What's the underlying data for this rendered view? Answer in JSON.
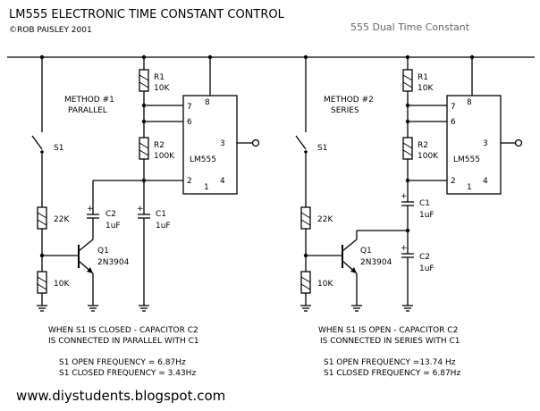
{
  "title": "LM555 ELECTRONIC TIME CONSTANT CONTROL",
  "copyright": "©ROB PAISLEY 2001",
  "header_right": "555 Dual Time Constant",
  "url": "www.diystudents.blogspot.com",
  "method1": {
    "heading_line1": "METHOD #1",
    "heading_line2": "PARALLEL",
    "s1": "S1",
    "r1": "R1",
    "r1_value": "10K",
    "r2": "R2",
    "r2_value": "100K",
    "chip": "LM555",
    "pin8": "8",
    "pin7": "7",
    "pin6": "6",
    "pin3": "3",
    "pin2": "2",
    "pin1": "1",
    "pin4": "4",
    "res_22k": "22K",
    "res_10k": "10K",
    "c2": "C2",
    "c2_value": "1uF",
    "c1": "C1",
    "c1_value": "1uF",
    "q1": "Q1",
    "q1_value": "2N3904",
    "desc_line1": "WHEN S1 IS CLOSED - CAPACITOR C2",
    "desc_line2": "IS CONNECTED IN PARALLEL WITH C1",
    "freq_open": "S1 OPEN FREQUENCY = 6.87Hz",
    "freq_closed": "S1 CLOSED FREQUENCY = 3.43Hz"
  },
  "method2": {
    "heading_line1": "METHOD #2",
    "heading_line2": "SERIES",
    "s1": "S1",
    "r1": "R1",
    "r1_value": "10K",
    "r2": "R2",
    "r2_value": "100K",
    "chip": "LM555",
    "pin8": "8",
    "pin7": "7",
    "pin6": "6",
    "pin3": "3",
    "pin2": "2",
    "pin1": "1",
    "pin4": "4",
    "res_22k": "22K",
    "res_10k": "10K",
    "c1": "C1",
    "c1_value": "1uF",
    "c2": "C2",
    "c2_value": "1uF",
    "q1": "Q1",
    "q1_value": "2N3904",
    "desc_line1": "WHEN S1 IS OPEN - CAPACITOR C2",
    "desc_line2": "IS CONNECTED IN SERIES WITH C1",
    "freq_open": "S1 OPEN FREQUENCY =13.74 Hz",
    "freq_closed": "S1 CLOSED FREQUENCY = 6.87Hz"
  },
  "plus_sign": "+"
}
